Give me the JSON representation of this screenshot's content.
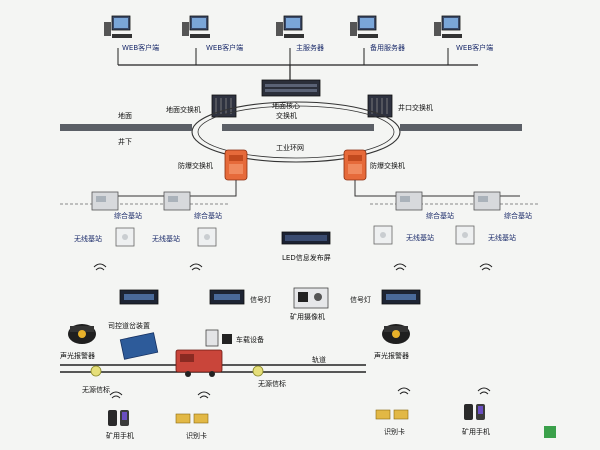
{
  "network": {
    "clients": [
      "WEB客户端",
      "WEB客户端",
      "主服务器",
      "备用服务器",
      "WEB客户端"
    ],
    "core_switch": [
      "地面核心",
      "交换机"
    ],
    "ground_switch": "地面交换机",
    "shaft_switch": "井口交换机",
    "surface": "地面",
    "underground": "井下",
    "ring": "工业环网",
    "explosion_proof_switch_left": "防爆交换机",
    "explosion_proof_switch_right": "防爆交换机"
  },
  "stations": {
    "integrated": [
      "综合基站",
      "综合基站",
      "综合基站",
      "综合基站"
    ],
    "wireless": [
      "无线基站",
      "无线基站",
      "无线基站",
      "无线基站"
    ],
    "led": "LED信息发布屏"
  },
  "field": {
    "signal_light_left": "信号灯",
    "signal_light_right": "信号灯",
    "camera": "矿用摄像机",
    "remote_switch": "司控道岔装置",
    "vehicle_device": "车载设备",
    "alarm_left": "声光报警器",
    "alarm_right": "声光报警器",
    "track": "轨道",
    "passive_tag_left": "无源信标",
    "passive_tag_right": "无源信标",
    "phone_left": "矿用手机",
    "phone_right": "矿用手机",
    "card_left": "识别卡",
    "card_right": "识别卡"
  }
}
